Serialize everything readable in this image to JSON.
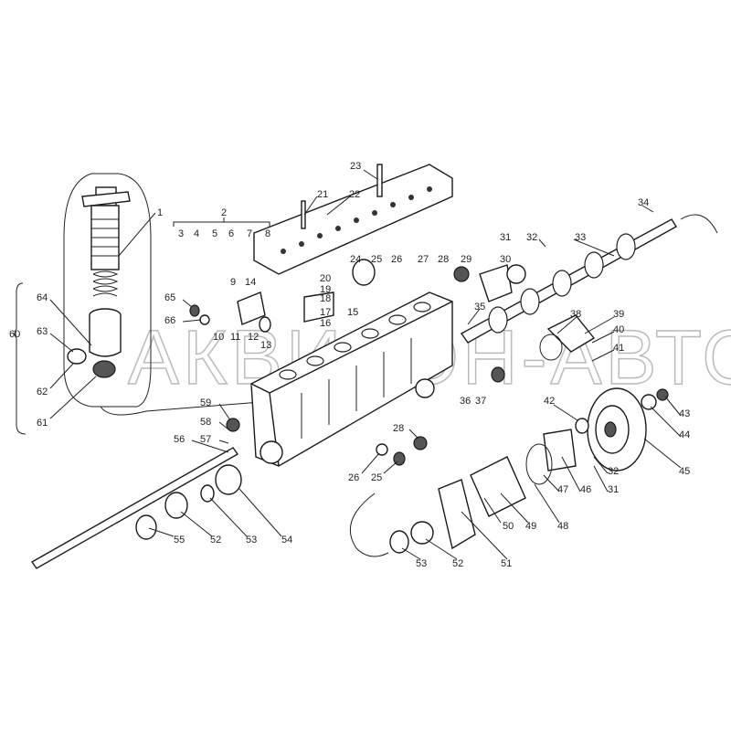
{
  "watermark": "АКВИЛОН-АВТО",
  "labels": [
    {
      "id": "1",
      "t": "1"
    },
    {
      "id": "2",
      "t": "2"
    },
    {
      "id": "3",
      "t": "3"
    },
    {
      "id": "4",
      "t": "4"
    },
    {
      "id": "5",
      "t": "5"
    },
    {
      "id": "6",
      "t": "6"
    },
    {
      "id": "7",
      "t": "7"
    },
    {
      "id": "8",
      "t": "8"
    },
    {
      "id": "9",
      "t": "9"
    },
    {
      "id": "10",
      "t": "10"
    },
    {
      "id": "11",
      "t": "11"
    },
    {
      "id": "12",
      "t": "12"
    },
    {
      "id": "13",
      "t": "13"
    },
    {
      "id": "14",
      "t": "14"
    },
    {
      "id": "15",
      "t": "15"
    },
    {
      "id": "16",
      "t": "16"
    },
    {
      "id": "17",
      "t": "17"
    },
    {
      "id": "18",
      "t": "18"
    },
    {
      "id": "19",
      "t": "19"
    },
    {
      "id": "20",
      "t": "20"
    },
    {
      "id": "21",
      "t": "21"
    },
    {
      "id": "22",
      "t": "22"
    },
    {
      "id": "23",
      "t": "23"
    },
    {
      "id": "24",
      "t": "24"
    },
    {
      "id": "25a",
      "t": "25"
    },
    {
      "id": "26a",
      "t": "26"
    },
    {
      "id": "27",
      "t": "27"
    },
    {
      "id": "28a",
      "t": "28"
    },
    {
      "id": "29",
      "t": "29"
    },
    {
      "id": "30",
      "t": "30"
    },
    {
      "id": "31a",
      "t": "31"
    },
    {
      "id": "32a",
      "t": "32"
    },
    {
      "id": "33",
      "t": "33"
    },
    {
      "id": "34",
      "t": "34"
    },
    {
      "id": "35",
      "t": "35"
    },
    {
      "id": "36",
      "t": "36"
    },
    {
      "id": "37",
      "t": "37"
    },
    {
      "id": "38",
      "t": "38"
    },
    {
      "id": "39",
      "t": "39"
    },
    {
      "id": "40",
      "t": "40"
    },
    {
      "id": "41",
      "t": "41"
    },
    {
      "id": "42",
      "t": "42"
    },
    {
      "id": "43",
      "t": "43"
    },
    {
      "id": "44",
      "t": "44"
    },
    {
      "id": "45",
      "t": "45"
    },
    {
      "id": "32b",
      "t": "32"
    },
    {
      "id": "31b",
      "t": "31"
    },
    {
      "id": "46",
      "t": "46"
    },
    {
      "id": "47",
      "t": "47"
    },
    {
      "id": "48",
      "t": "48"
    },
    {
      "id": "49",
      "t": "49"
    },
    {
      "id": "50",
      "t": "50"
    },
    {
      "id": "51",
      "t": "51"
    },
    {
      "id": "52a",
      "t": "52"
    },
    {
      "id": "53a",
      "t": "53"
    },
    {
      "id": "28b",
      "t": "28"
    },
    {
      "id": "26b",
      "t": "26"
    },
    {
      "id": "25b",
      "t": "25"
    },
    {
      "id": "59",
      "t": "59"
    },
    {
      "id": "58",
      "t": "58"
    },
    {
      "id": "57",
      "t": "57"
    },
    {
      "id": "56",
      "t": "56"
    },
    {
      "id": "55",
      "t": "55"
    },
    {
      "id": "52b",
      "t": "52"
    },
    {
      "id": "53b",
      "t": "53"
    },
    {
      "id": "54",
      "t": "54"
    },
    {
      "id": "60",
      "t": "60"
    },
    {
      "id": "64",
      "t": "64"
    },
    {
      "id": "63",
      "t": "63"
    },
    {
      "id": "62",
      "t": "62"
    },
    {
      "id": "61",
      "t": "61"
    },
    {
      "id": "65",
      "t": "65"
    },
    {
      "id": "66",
      "t": "66"
    }
  ]
}
